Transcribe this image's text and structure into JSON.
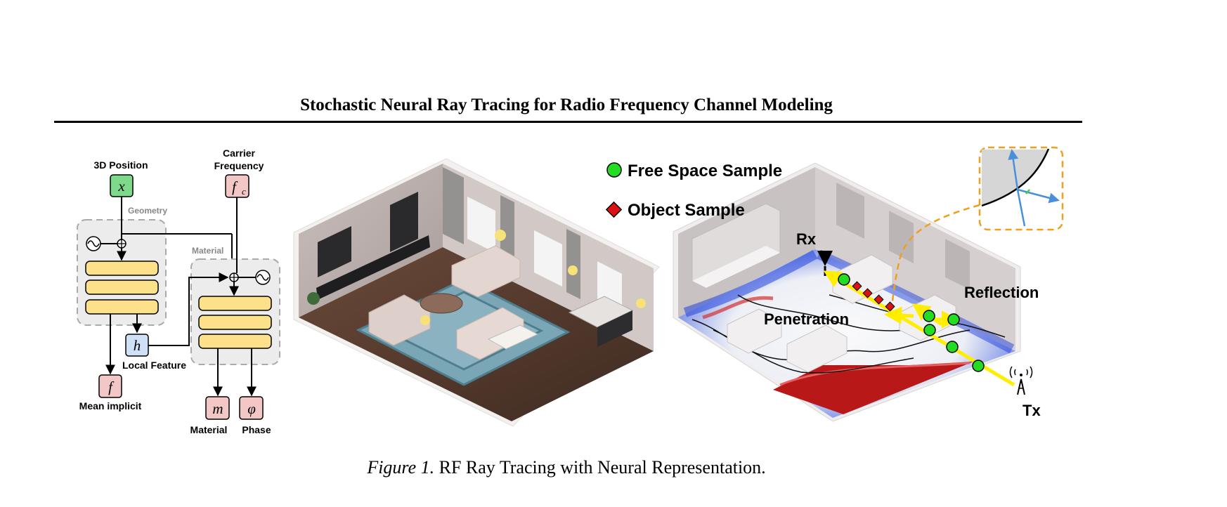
{
  "header": {
    "title": "Stochastic Neural Ray Tracing for Radio Frequency Channel Modeling"
  },
  "caption": {
    "label": "Figure 1.",
    "text": "RF Ray Tracing with Neural Representation."
  },
  "network": {
    "input_position_label": "3D Position",
    "input_position_symbol": "x",
    "input_freq_label_1": "Carrier",
    "input_freq_label_2": "Frequency",
    "input_freq_symbol": "f",
    "input_freq_subscript": "c",
    "geometry_label": "Geometry",
    "material_label": "Material",
    "local_feature_symbol": "h",
    "local_feature_label": "Local Feature",
    "output_f_symbol": "f",
    "output_f_label": "Mean implicit",
    "output_m_symbol": "m",
    "output_m_label": "Material",
    "output_phi_symbol": "φ",
    "output_phi_label": "Phase"
  },
  "scene": {
    "legend_free": "Free Space Sample",
    "legend_object": "Object Sample",
    "rx_label": "Rx",
    "tx_label": "Tx",
    "penetration_label": "Penetration",
    "reflection_label": "Reflection"
  },
  "colors": {
    "free_sample": "#22dd22",
    "object_sample": "#dd1111",
    "ray": "#ffee00",
    "inset_border": "#f0a020",
    "block_fill": "#fde08a",
    "input_green": "#7ed98a",
    "input_pink": "#f4c7c7",
    "local_blue": "#cfe0f7"
  }
}
